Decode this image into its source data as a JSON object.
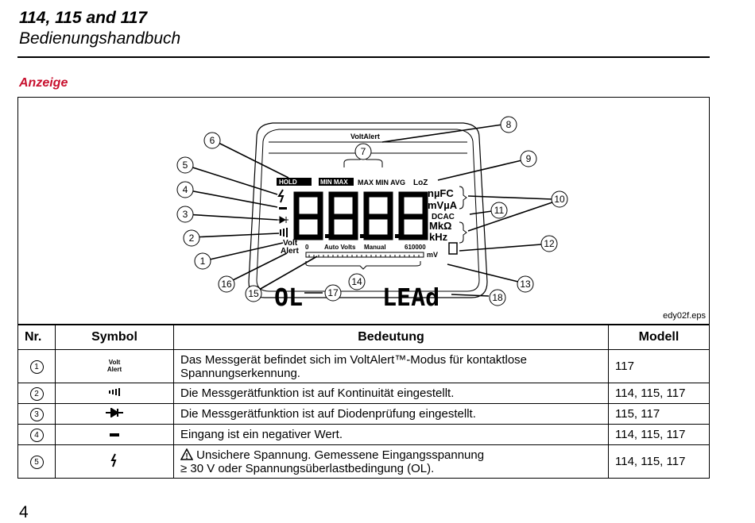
{
  "header": {
    "title": "114, 115 and 117",
    "subtitle": "Bedienungshandbuch"
  },
  "section": {
    "title": "Anzeige"
  },
  "figure": {
    "file_label": "edy02f.eps",
    "display": {
      "voltalert": "VoltAlert",
      "hold": "HOLD",
      "minmax": "MIN MAX",
      "maxminavg": "MAX MIN AVG",
      "loz": "LoZ",
      "digits": "8.8.8.8",
      "units_top": "nµFC",
      "units_top2": "mVµA",
      "dcac": "DCAC",
      "mkohm": "MkΩ",
      "khz": "kHz",
      "volt": "Volt",
      "alert": "Alert",
      "zero": "0",
      "autovolts": "Auto Volts",
      "manual": "Manual",
      "range": "610000",
      "mv": "mV",
      "ol": "OL",
      "lead": "LEAd"
    },
    "callouts": [
      "1",
      "2",
      "3",
      "4",
      "5",
      "6",
      "7",
      "8",
      "9",
      "10",
      "11",
      "12",
      "13",
      "14",
      "15",
      "16",
      "17",
      "18"
    ]
  },
  "table": {
    "headers": [
      "Nr.",
      "Symbol",
      "Bedeutung",
      "Modell"
    ],
    "rows": [
      {
        "num": "1",
        "symbol_line1": "Volt",
        "symbol_line2": "Alert",
        "desc1": "Das Messgerät befindet sich im VoltAlert™-Modus für kontaktlose",
        "desc2": "Spannungserkennung.",
        "model": "117"
      },
      {
        "num": "2",
        "symbol_icon": "continuity-icon",
        "desc1": "Die Messgerätfunktion ist auf Kontinuität eingestellt.",
        "model": "114, 115, 117"
      },
      {
        "num": "3",
        "symbol_icon": "diode-icon",
        "desc1": "Die Messgerätfunktion ist auf Diodenprüfung eingestellt.",
        "model": "115, 117"
      },
      {
        "num": "4",
        "symbol_icon": "minus-icon",
        "desc1": "Eingang ist ein negativer Wert.",
        "model": "114, 115, 117"
      },
      {
        "num": "5",
        "symbol_icon": "hazardous-voltage-icon",
        "desc1": " Unsichere Spannung. Gemessene Eingangsspannung",
        "desc2": "≥ 30 V oder Spannungsüberlastbedingung (OL).",
        "model": "114, 115, 117"
      }
    ]
  },
  "page_number": "4"
}
